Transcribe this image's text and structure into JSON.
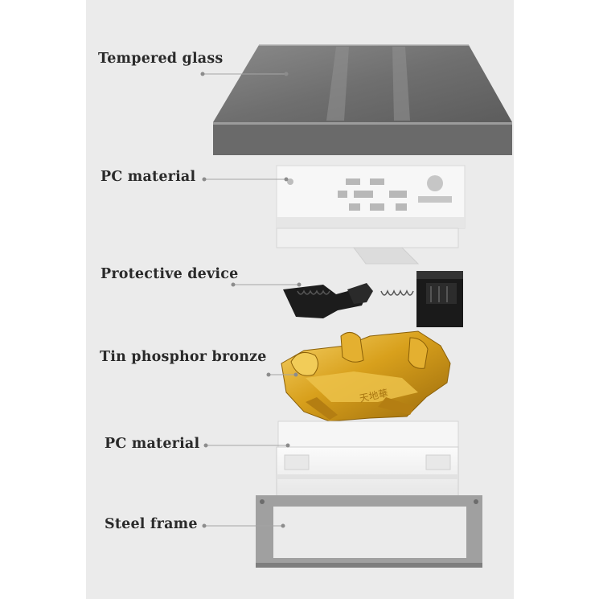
{
  "layers": [
    {
      "id": "glass",
      "label": "Tempered glass"
    },
    {
      "id": "pc-top",
      "label": "PC material"
    },
    {
      "id": "protect",
      "label": "Protective device"
    },
    {
      "id": "bronze",
      "label": "Tin phosphor bronze"
    },
    {
      "id": "pc-base",
      "label": "PC material"
    },
    {
      "id": "frame",
      "label": "Steel frame"
    }
  ],
  "colors": {
    "background": "#ebebeb",
    "glass": "#6e6e6e",
    "pc": "#f7f7f7",
    "device": "#1c1c1c",
    "bronze": "#d9a21e",
    "frame": "#9a9a9a",
    "leader": "#a5a5a5"
  },
  "bronze_stamp": "天地華"
}
